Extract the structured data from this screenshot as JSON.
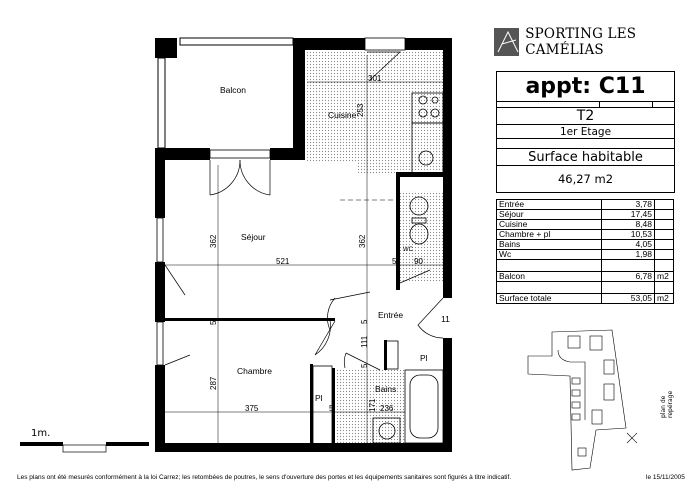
{
  "brand": {
    "name": "SPORTING LES CAMÉLIAS",
    "logo_text": "ASC"
  },
  "sheet": {
    "appt": "appt: C11",
    "type": "T2",
    "floor": "1er Etage",
    "surface_label": "Surface habitable",
    "surface_value": "46,27 m2"
  },
  "areas": [
    {
      "room": "Entrée",
      "value": "3,78",
      "unit": ""
    },
    {
      "room": "Séjour",
      "value": "17,45",
      "unit": ""
    },
    {
      "room": "Cuisine",
      "value": "8,48",
      "unit": ""
    },
    {
      "room": "Chambre + pl",
      "value": "10,53",
      "unit": ""
    },
    {
      "room": "Bains",
      "value": "4,05",
      "unit": ""
    },
    {
      "room": "Wc",
      "value": "1,98",
      "unit": ""
    }
  ],
  "balcon": {
    "room": "Balcon",
    "value": "6,78",
    "unit": "m2"
  },
  "total": {
    "room": "Surface totale",
    "value": "53,05",
    "unit": "m2"
  },
  "plan": {
    "rooms": {
      "balcon": "Balcon",
      "cuisine": "Cuisine",
      "sejour": "Séjour",
      "chambre": "Chambre",
      "entree": "Entrée",
      "bains": "Bains",
      "wc": "WC",
      "pl1": "Pl",
      "pl2": "Pl",
      "palier": "11"
    },
    "dims": {
      "d301": "301",
      "d253": "253",
      "d362a": "362",
      "d362b": "362",
      "d521": "521",
      "d90": "90",
      "d5a": "5",
      "d5b": "5",
      "d5c": "5",
      "d5d": "5",
      "d5e": "5",
      "d111": "111",
      "d287": "287",
      "d375": "375",
      "d171": "171",
      "d236": "236"
    },
    "scale": "1m."
  },
  "site_plan": {
    "caption": "plan de repérage"
  },
  "footer": {
    "note": "Les plans ont été mesurés conformément à la loi Carrez; les retombées de poutres, le sens d'ouverture des portes et les équipements sanitaires sont figurés à titre indicatif.",
    "date": "le 15/11/2005"
  }
}
